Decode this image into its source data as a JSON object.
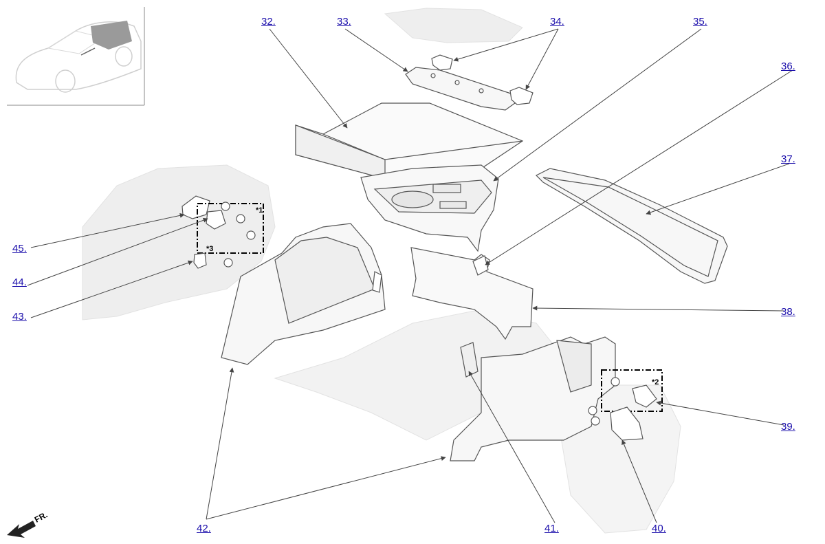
{
  "callouts": {
    "c32": "32.",
    "c33": "33.",
    "c34": "34.",
    "c35": "35.",
    "c36": "36.",
    "c37": "37.",
    "c38": "38.",
    "c39": "39.",
    "c40": "40.",
    "c41": "41.",
    "c42": "42.",
    "c43": "43.",
    "c44": "44.",
    "c45": "45."
  },
  "notes": {
    "n1": "*1",
    "n2": "*2",
    "n3": "*3"
  },
  "direction": "FR."
}
